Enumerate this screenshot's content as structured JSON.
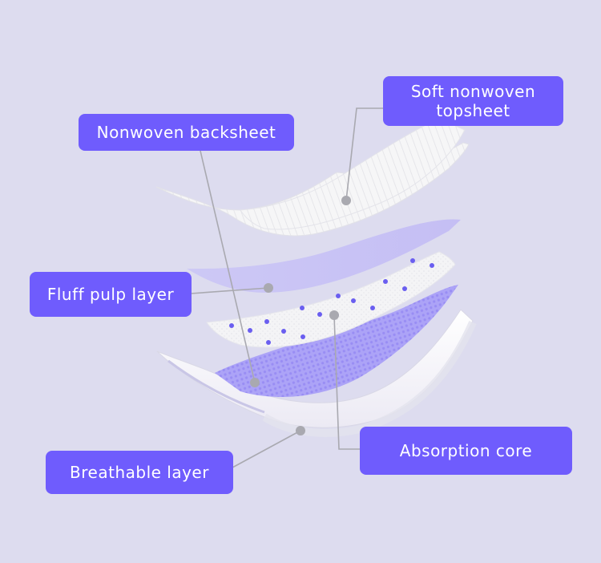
{
  "diagram": {
    "subject": "sanitary pad layers exploded view",
    "colors": {
      "background": "#dddcef",
      "label_fill": "#6f5cfd",
      "label_text": "#ffffff",
      "leader_line": "#a9a9b0",
      "layer_white": "#f7f7f9",
      "layer_purple": "#b7b0f5",
      "dot_blue": "#6a5ef0"
    },
    "labels": {
      "topsheet": {
        "line1": "Soft nonwoven",
        "line2": "topsheet"
      },
      "backsheet": {
        "text": "Nonwoven backsheet"
      },
      "fluff_pulp": {
        "text": "Fluff pulp layer"
      },
      "absorption_core": {
        "text": "Absorption core"
      },
      "breathable": {
        "text": "Breathable layer"
      }
    },
    "layers": [
      "Soft nonwoven topsheet",
      "Fluff pulp layer",
      "Absorption core",
      "Nonwoven backsheet",
      "Breathable layer"
    ]
  }
}
